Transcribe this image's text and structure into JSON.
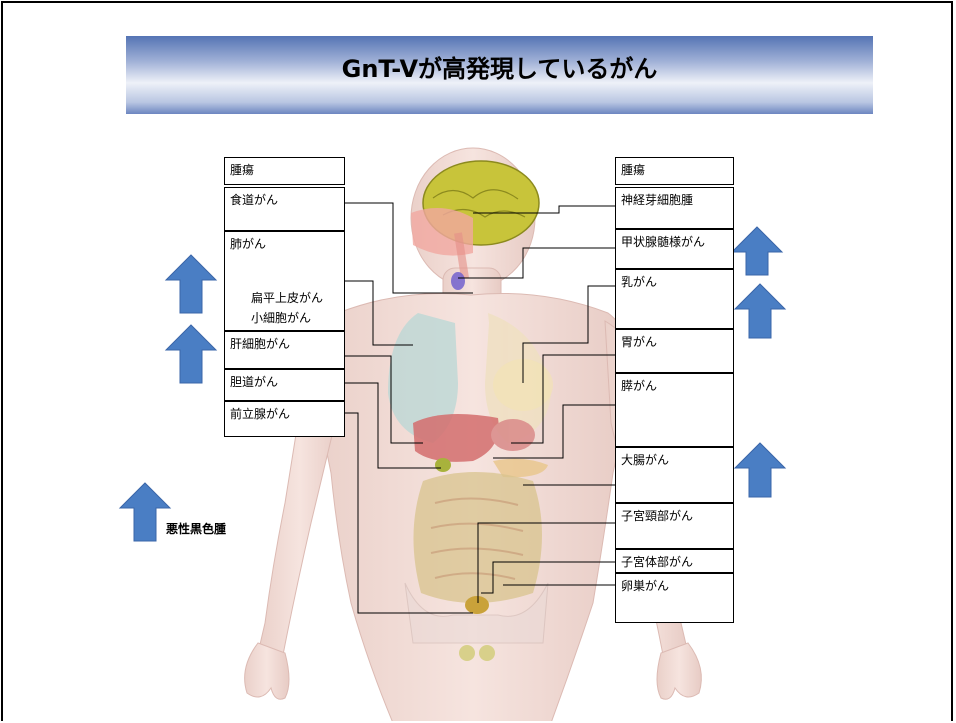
{
  "title": "GnT-Vが高発現しているがん",
  "left_table": {
    "header": "腫瘍",
    "rows": [
      "食道がん",
      "肺がん",
      "肝細胞がん",
      "胆道がん",
      "前立腺がん"
    ],
    "lung_subtypes": [
      "扁平上皮がん",
      "小細胞がん"
    ]
  },
  "right_table": {
    "header": "腫瘍",
    "rows": [
      "神経芽細胞腫",
      "甲状腺髄様がん",
      "乳がん",
      "胃がん",
      "膵がん",
      "大腸がん",
      "子宮頸部がん",
      "子宮体部がん",
      "卵巣がん"
    ]
  },
  "melanoma_label": "悪性黒色腫",
  "colors": {
    "arrow": "#4a7ec4",
    "arrow_border": "#3a65a8",
    "banner": "#5574b4"
  },
  "icons": {
    "up_arrow": "up-arrow-icon"
  }
}
